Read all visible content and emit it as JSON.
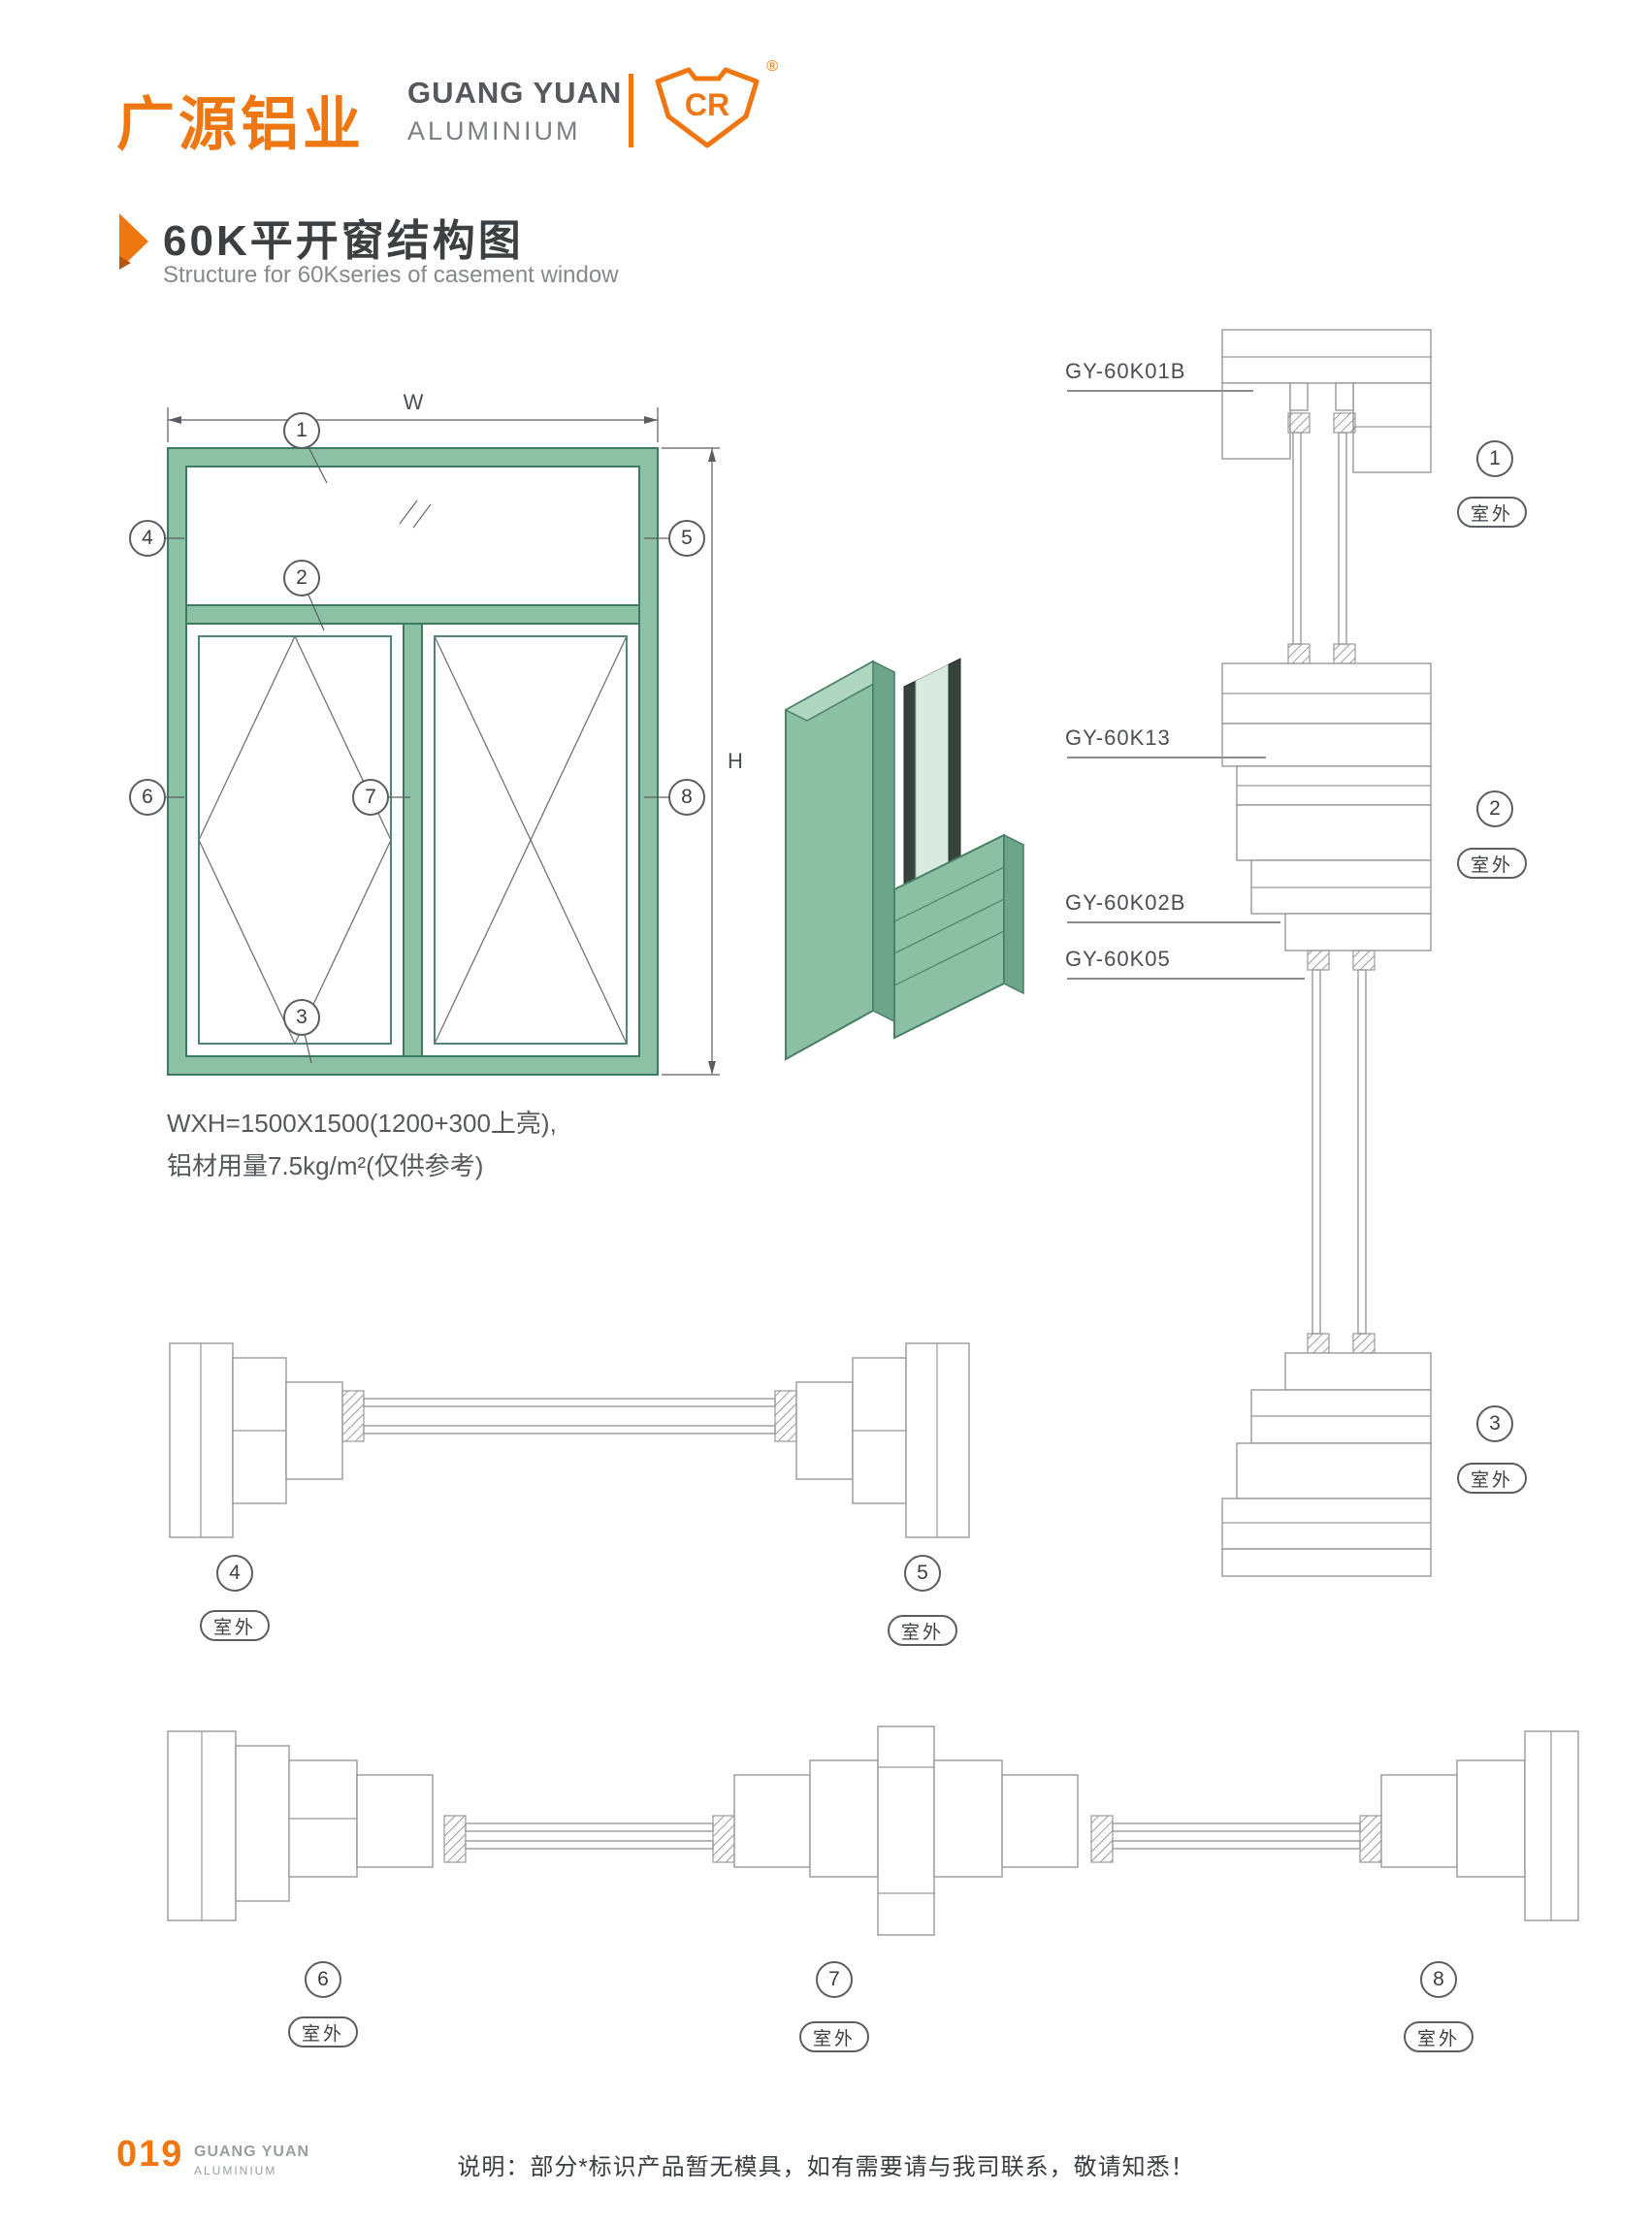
{
  "header": {
    "logo_cn": "广源铝业",
    "logo_en_line1": "GUANG YUAN",
    "logo_en_line2": "ALUMINIUM",
    "logo_mark": "CR",
    "registered_mark": "®"
  },
  "title": {
    "heading": "60K平开窗结构图",
    "subheading": "Structure for 60Kseries of casement window"
  },
  "elevation": {
    "dim_width": "W",
    "dim_height": "H",
    "spec_line1": "WXH=1500X1500(1200+300上亮),",
    "spec_line2": "铝材用量7.5kg/m²(仅供参考)"
  },
  "callouts": {
    "c1": "1",
    "c2": "2",
    "c3": "3",
    "c4": "4",
    "c5": "5",
    "c6": "6",
    "c7": "7",
    "c8": "8"
  },
  "labels": {
    "outdoor": "室外"
  },
  "profiles": {
    "p1": "GY-60K01B",
    "p2": "GY-60K13",
    "p3": "GY-60K02B",
    "p4": "GY-60K05"
  },
  "footer": {
    "page_number": "019",
    "brand_line1": "GUANG YUAN",
    "brand_line2": "ALUMINIUM",
    "note": "说明：部分*标识产品暂无模具，如有需要请与我司联系，敬请知悉！"
  },
  "colors": {
    "accent_orange": "#ee7712",
    "frame_green": "#8dc1a6",
    "frame_green_dark": "#3e7a61",
    "drawing_line": "#96999c",
    "text_dark": "#3c4043"
  }
}
